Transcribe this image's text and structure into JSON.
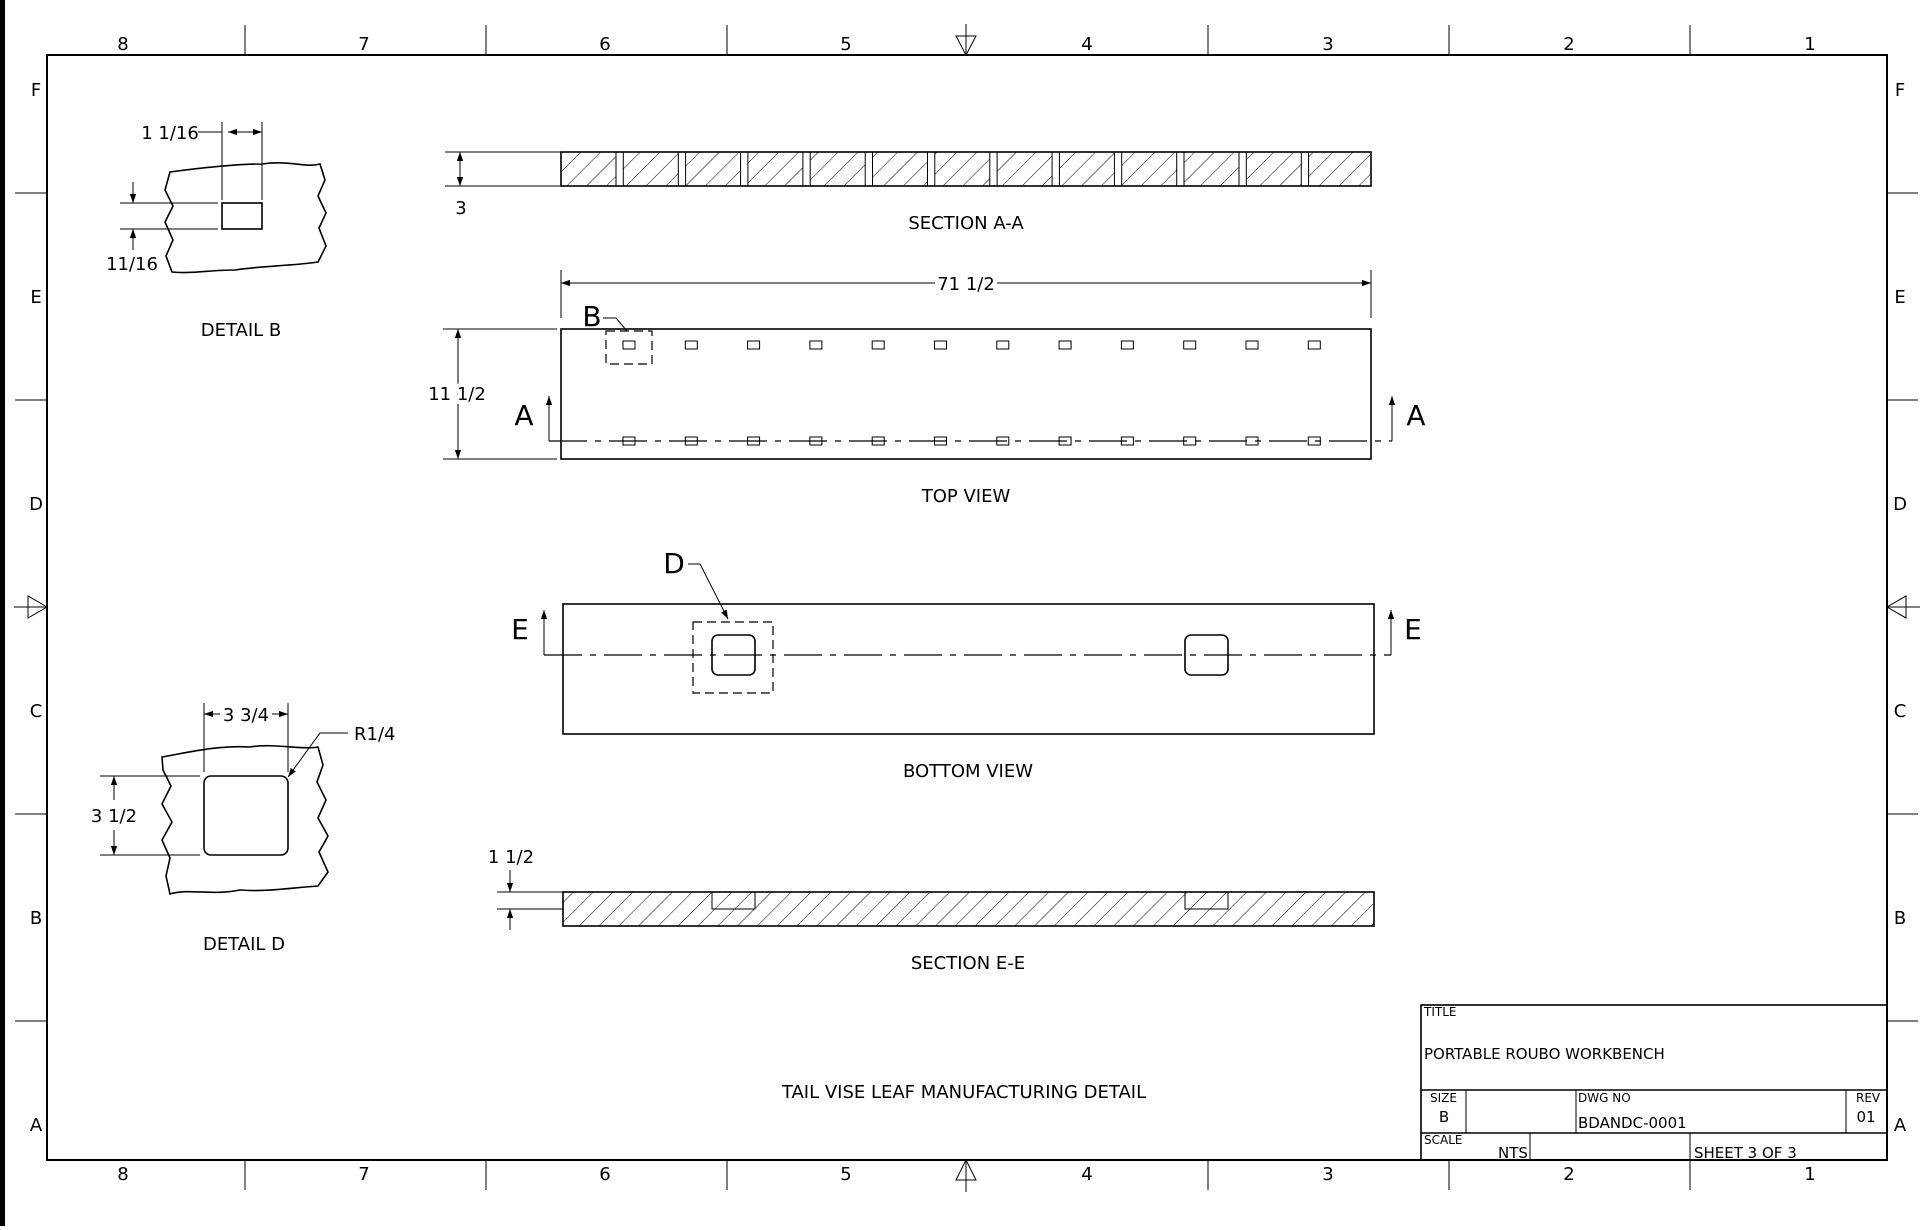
{
  "border": {
    "col_numbers": [
      "8",
      "7",
      "6",
      "5",
      "4",
      "3",
      "2",
      "1"
    ],
    "row_letters": [
      "F",
      "E",
      "D",
      "C",
      "B",
      "A"
    ]
  },
  "views": {
    "section_aa": {
      "label": "SECTION A-A",
      "dim_thickness": "3"
    },
    "top_view": {
      "label": "TOP VIEW",
      "dim_length": "71 1/2",
      "dim_width": "11 1/2",
      "cut_marker": "A",
      "detail_marker": "B"
    },
    "bottom_view": {
      "label": "BOTTOM VIEW",
      "cut_marker": "E",
      "detail_marker": "D"
    },
    "section_ee": {
      "label": "SECTION E-E",
      "dim_thickness": "1 1/2"
    },
    "detail_b": {
      "label": "DETAIL  B",
      "dim_width": "1 1/16",
      "dim_height": "11/16"
    },
    "detail_d": {
      "label": "DETAIL  D",
      "dim_width": "3 3/4",
      "dim_height": "3 1/2",
      "dim_radius": "R1/4"
    }
  },
  "note": "TAIL VISE LEAF MANUFACTURING DETAIL",
  "title_block": {
    "title_caption": "TITLE",
    "title": "PORTABLE ROUBO WORKBENCH",
    "size_caption": "SIZE",
    "size": "B",
    "dwg_no_caption": "DWG NO",
    "dwg_no": "BDANDC-0001",
    "rev_caption": "REV",
    "rev": "01",
    "scale_caption": "SCALE",
    "scale": "NTS",
    "sheet": "SHEET 3  OF 3"
  }
}
